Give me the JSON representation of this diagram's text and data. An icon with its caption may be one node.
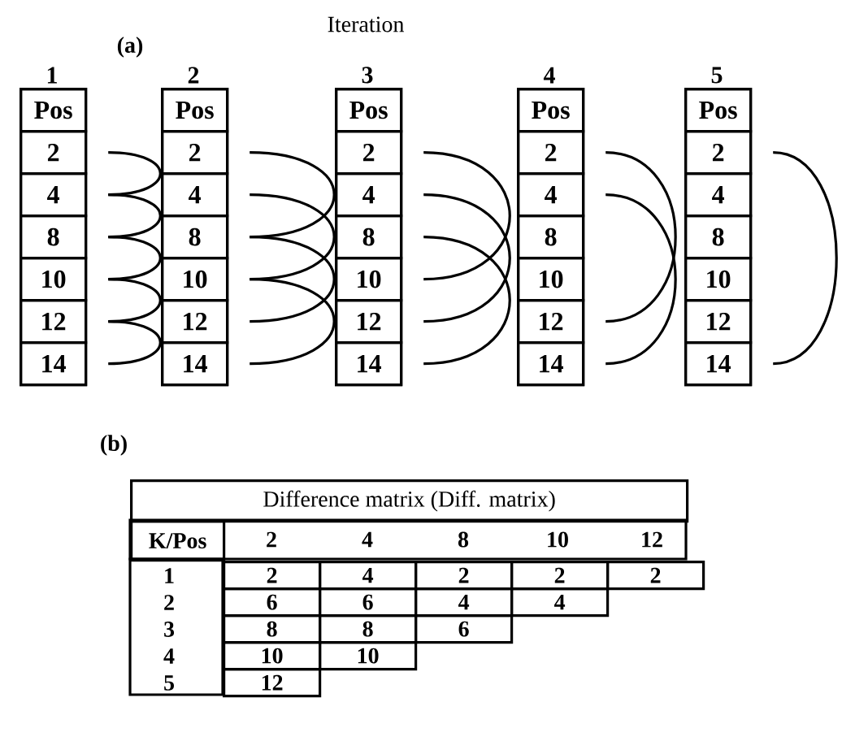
{
  "diagram": {
    "nodes": [
      {
        "text": [
          "1"
        ]
      },
      {
        "text": [
          "Pos"
        ],
        "in": 0
      },
      {
        "text": [
          "2"
        ],
        "in": 0
      },
      {
        "text": [
          "4"
        ],
        "in": 0
      },
      {
        "text": [
          "8"
        ],
        "in": 0
      },
      {
        "text": [
          "10"
        ],
        "in": 0
      },
      {
        "text": [
          "12"
        ],
        "in": 0
      },
      {
        "text": [
          "14"
        ],
        "in": 0
      },
      {
        "text": [
          "2"
        ]
      },
      {
        "text": [
          "Pos"
        ],
        "in": 8
      },
      {
        "text": [
          "2"
        ],
        "in": 8
      },
      {
        "text": [
          "4"
        ],
        "in": 8
      },
      {
        "text": [
          "8"
        ],
        "in": 8
      },
      {
        "text": [
          "10"
        ],
        "in": 8
      },
      {
        "text": [
          "12"
        ],
        "in": 8
      },
      {
        "text": [
          "14"
        ],
        "in": 8
      },
      {
        "text": [
          "3"
        ]
      },
      {
        "text": [
          "Pos"
        ],
        "in": 16
      },
      {
        "text": [
          "2"
        ],
        "in": 16
      },
      {
        "text": [
          "4"
        ],
        "in": 16
      },
      {
        "text": [
          "8"
        ],
        "in": 16
      },
      {
        "text": [
          "10"
        ],
        "in": 16
      },
      {
        "text": [
          "12"
        ],
        "in": 16
      },
      {
        "text": [
          "14"
        ],
        "in": 16
      },
      {
        "text": [
          "4"
        ]
      },
      {
        "text": [
          "Pos"
        ],
        "in": 24
      },
      {
        "text": [
          "2"
        ],
        "in": 24
      },
      {
        "text": [
          "4"
        ],
        "in": 24
      },
      {
        "text": [
          "8"
        ],
        "in": 24
      },
      {
        "text": [
          "10"
        ],
        "in": 24
      },
      {
        "text": [
          "12"
        ],
        "in": 24
      },
      {
        "text": [
          "14"
        ],
        "in": 24
      },
      {
        "text": [
          "5"
        ]
      },
      {
        "text": [
          "Pos"
        ],
        "in": 32
      },
      {
        "text": [
          "2"
        ],
        "in": 32
      },
      {
        "text": [
          "4"
        ],
        "in": 32
      },
      {
        "text": [
          "8"
        ],
        "in": 32
      },
      {
        "text": [
          "10"
        ],
        "in": 32
      },
      {
        "text": [
          "12"
        ],
        "in": 32
      },
      {
        "text": [
          "14"
        ],
        "in": 32
      }
    ],
    "edges": [
      {
        "from": 2,
        "to": 3,
        "arrow": "none"
      },
      {
        "from": 3,
        "to": 4,
        "arrow": "none"
      },
      {
        "from": 4,
        "to": 5,
        "arrow": "none"
      },
      {
        "from": 5,
        "to": 6,
        "arrow": "none"
      },
      {
        "from": 6,
        "to": 7,
        "arrow": "none"
      },
      {
        "from": 10,
        "to": 12,
        "arrow": "none"
      },
      {
        "from": 11,
        "to": 13,
        "arrow": "none"
      },
      {
        "from": 12,
        "to": 14,
        "arrow": "none"
      },
      {
        "from": 13,
        "to": 15,
        "arrow": "none"
      },
      {
        "from": 18,
        "to": 21,
        "arrow": "none"
      },
      {
        "from": 19,
        "to": 22,
        "arrow": "none"
      },
      {
        "from": 20,
        "to": 23,
        "arrow": "none"
      },
      {
        "from": 26,
        "to": 30,
        "arrow": "none"
      },
      {
        "from": 27,
        "to": 31,
        "arrow": "none"
      },
      {
        "from": 34,
        "to": 39,
        "arrow": "none"
      }
    ],
    "labels": [
      "Iteration",
      "(a)",
      "(b)",
      "Difference matrix (Diff. matrix)",
      "K/Pos",
      "2",
      "4",
      "8",
      "10",
      "12",
      "1",
      "2",
      "4",
      "2",
      "2",
      "2",
      "2",
      "6",
      "6",
      "4",
      "4",
      "3",
      "8",
      "8",
      "6",
      "4",
      "10",
      "10",
      "5",
      "12"
    ]
  }
}
